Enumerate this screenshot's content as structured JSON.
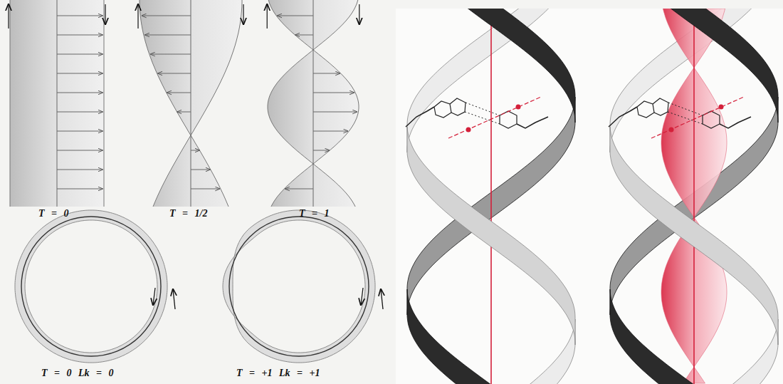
{
  "diagram": {
    "labels": [
      "T = 0",
      "T = 1/2",
      "T = 1",
      "T = 0 Lk = 0",
      "T = +1 Lk = +1"
    ]
  }
}
